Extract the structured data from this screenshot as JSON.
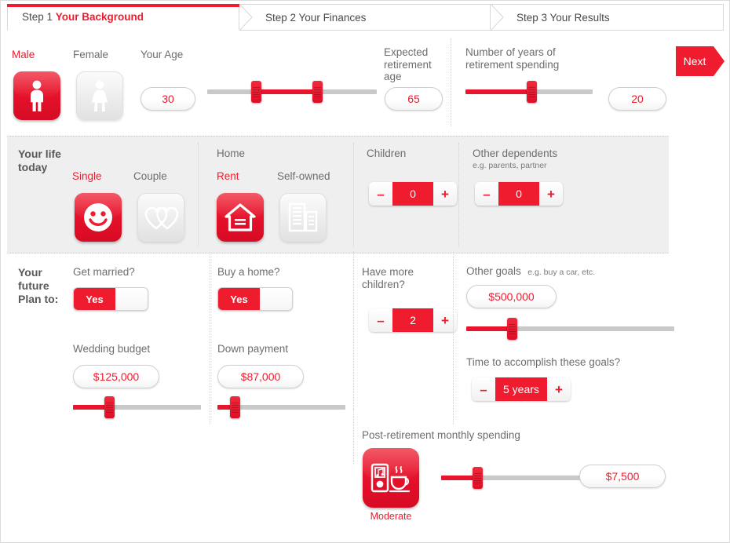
{
  "tabs": [
    {
      "prefix": "Step 1 ",
      "title": "Your Background",
      "active": true
    },
    {
      "prefix": "Step 2 Your Finances",
      "title": "",
      "active": false
    },
    {
      "prefix": "Step 3 Your Results",
      "title": "",
      "active": false
    }
  ],
  "next_button": {
    "label": "Next"
  },
  "background": {
    "gender": {
      "male_label": "Male",
      "female_label": "Female",
      "selected": "Male"
    },
    "age": {
      "label": "Your Age",
      "value": "30"
    },
    "retirement_age": {
      "label_line1": "Expected",
      "label_line2": "retirement",
      "label_line3": "age",
      "value": "65"
    },
    "retirement_years": {
      "label_line1": "Number of years of",
      "label_line2": "retirement spending",
      "value": "20"
    }
  },
  "life_today": {
    "section_line1": "Your life",
    "section_line2": "today",
    "marital": {
      "single_label": "Single",
      "couple_label": "Couple",
      "selected": "Single"
    },
    "home": {
      "label": "Home",
      "rent_label": "Rent",
      "owned_label": "Self-owned",
      "selected": "Rent"
    },
    "children": {
      "label": "Children",
      "value": "0",
      "minus": "–",
      "plus": "+"
    },
    "dependents": {
      "label": "Other dependents",
      "sublabel": "e.g. parents, partner",
      "value": "0",
      "minus": "–",
      "plus": "+"
    }
  },
  "future": {
    "section_line1": "Your",
    "section_line2": "future",
    "section_line3": "Plan to:",
    "married": {
      "label": "Get married?",
      "toggle_value": "Yes"
    },
    "wedding": {
      "label": "Wedding budget",
      "value": "$125,000"
    },
    "home": {
      "label": "Buy a home?",
      "toggle_value": "Yes"
    },
    "down_payment": {
      "label": "Down payment",
      "value": "$87,000"
    },
    "more_children": {
      "label_line1": "Have more",
      "label_line2": "children?",
      "value": "2",
      "minus": "–",
      "plus": "+"
    },
    "other_goals": {
      "label": "Other goals",
      "sublabel": "e.g. buy a car, etc.",
      "value": "$500,000"
    },
    "goal_time": {
      "label": "Time to accomplish these goals?",
      "value": "5 years",
      "minus": "–",
      "plus": "+"
    }
  },
  "post_retirement": {
    "label": "Post-retirement monthly spending",
    "level_label": "Moderate",
    "value": "$7,500"
  },
  "colors": {
    "accent": "#ee1c2e",
    "accent_dark": "#dd0f26",
    "track": "#c9c9c9",
    "panel_grey": "#efefef",
    "text_grey": "#6d6d6d"
  }
}
